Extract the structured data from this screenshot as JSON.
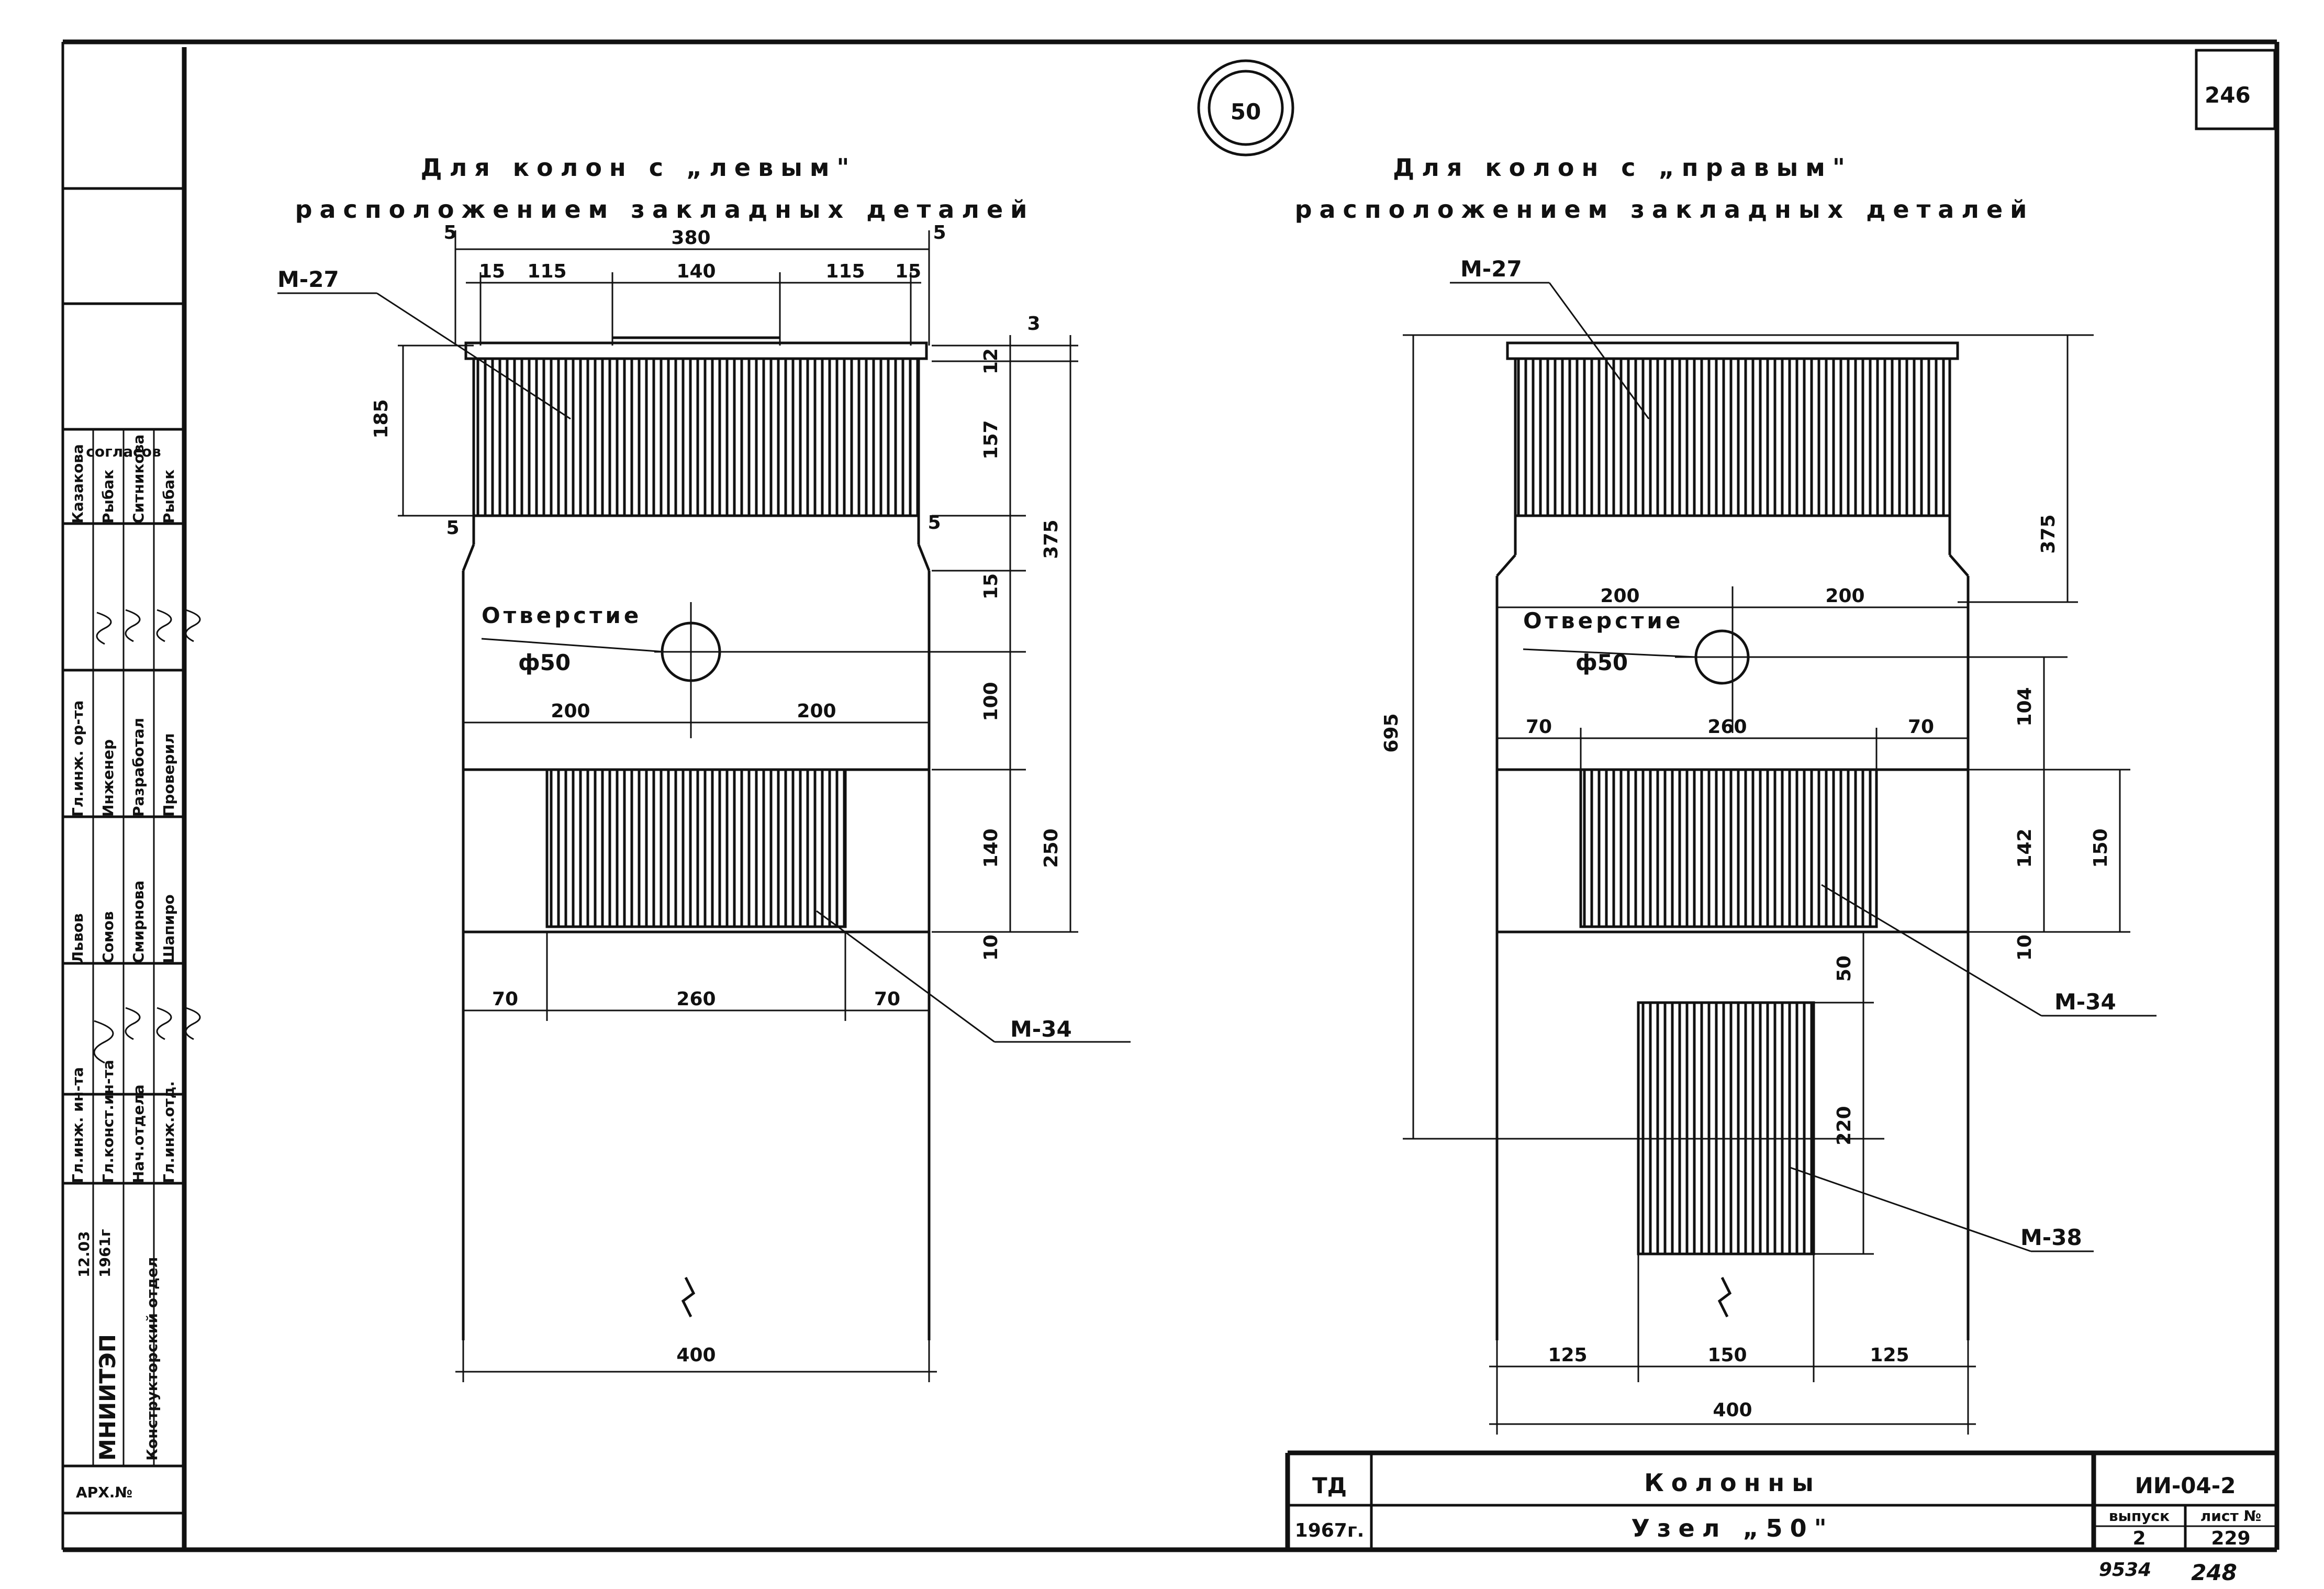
{
  "sheet_number": "246",
  "node_marker": "50",
  "left_view": {
    "title_line1": "Для колон с „левым\"",
    "title_line2": "расположением закладных деталей",
    "overall_width": "380",
    "edge_left": "5",
    "edge_right": "5",
    "top_seg_1": "15",
    "top_seg_2": "115",
    "top_seg_3": "140",
    "top_seg_4": "115",
    "top_seg_5": "15",
    "part_top": "М-27",
    "part_mid": "М-34",
    "hole_label": "Отверстие",
    "hole_dia": "ф50",
    "dim_185": "185",
    "dim_157": "157",
    "dim_375": "375",
    "dim_15": "15",
    "dim_100": "100",
    "dim_140": "140",
    "dim_250": "250",
    "dim_10": "10",
    "dim_12": "12",
    "dim_3": "3",
    "corner_left": "5",
    "corner_right": "5",
    "hole_left": "200",
    "hole_right": "200",
    "bottom_70_left": "70",
    "bottom_260": "260",
    "bottom_70_right": "70",
    "width_400": "400"
  },
  "right_view": {
    "title_line1": "Для колон с „правым\"",
    "title_line2": "расположением закладных деталей",
    "part_top": "М-27",
    "part_mid": "М-34",
    "part_bottom": "М-38",
    "hole_label": "Отверстие",
    "hole_dia": "ф50",
    "dim_375": "375",
    "dim_695": "695",
    "hole_left": "200",
    "hole_right": "200",
    "dim_70_left": "70",
    "dim_260": "260",
    "dim_70_right": "70",
    "dim_104": "104",
    "dim_142": "142",
    "dim_150": "150",
    "dim_10": "10",
    "dim_50": "50",
    "dim_220": "220",
    "bottom_125_left": "125",
    "bottom_150": "150",
    "bottom_125_right": "125",
    "width_400": "400"
  },
  "title_block": {
    "org": "ТД",
    "year": "1967г.",
    "subject": "Колонны",
    "node": "Узел „50\"",
    "doc_code": "ИИ-04-2",
    "issue_label": "выпуск",
    "issue_value": "2",
    "sheet_label": "лист №",
    "sheet_value": "229"
  },
  "inventory": {
    "code": "9534",
    "page": "248"
  },
  "side_stamp": {
    "institute": "МНИИТЭП",
    "dept": "Конструкторский отдел",
    "date": "12.03",
    "year": "1961г",
    "archive": "АРХ.№",
    "agreed": "согласов",
    "positions": [
      "Гл.инж. ин-та",
      "Гл.конст.ин-та",
      "Нач.отдела",
      "Гл.инж.отд.",
      "Гл.инж. ор-та",
      "Инженер",
      "Разработал",
      "Проверил"
    ],
    "names": [
      "Львов",
      "Сомов",
      "Смирнова",
      "Шапиро",
      "Казакова",
      "Рыбак",
      "Ситникова",
      "Рыбак"
    ]
  }
}
